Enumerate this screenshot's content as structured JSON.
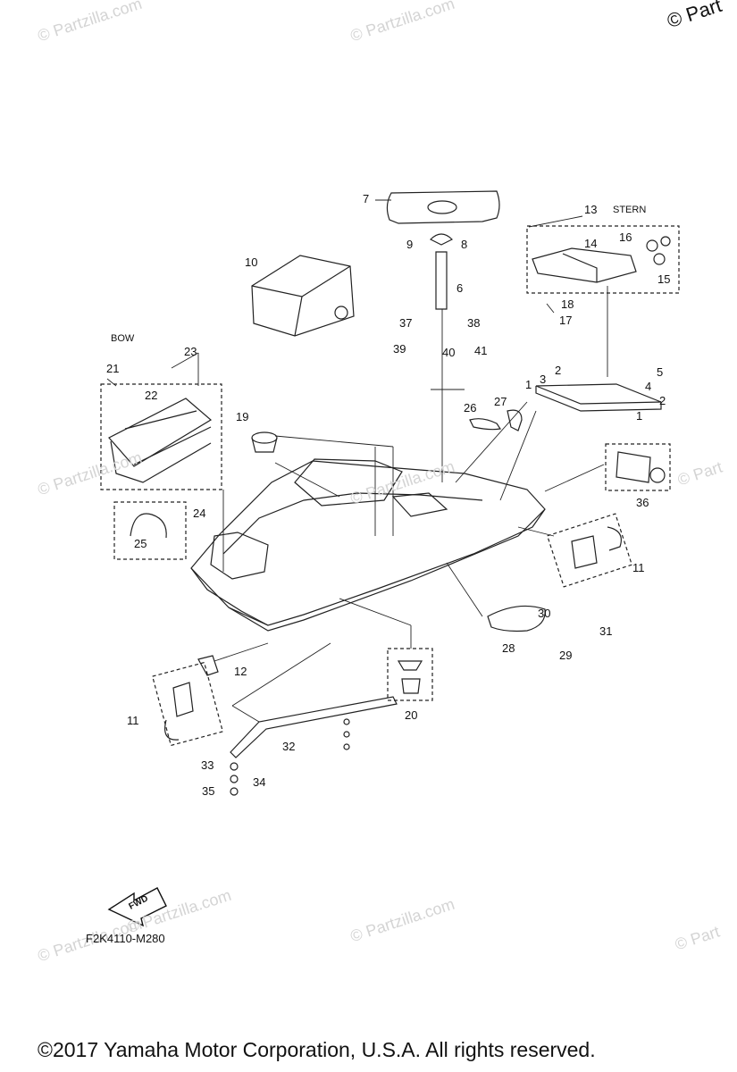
{
  "watermark": {
    "text": "© Partzilla.com",
    "corner_text": "© Part",
    "edge_text": "© Part"
  },
  "labels": {
    "bow": "BOW",
    "stern": "STERN",
    "fwd": "FWD"
  },
  "callouts": [
    "1",
    "1",
    "2",
    "2",
    "3",
    "4",
    "5",
    "6",
    "7",
    "8",
    "9",
    "10",
    "11",
    "11",
    "12",
    "13",
    "14",
    "15",
    "16",
    "17",
    "18",
    "19",
    "20",
    "21",
    "22",
    "23",
    "24",
    "25",
    "26",
    "27",
    "28",
    "29",
    "30",
    "31",
    "32",
    "33",
    "34",
    "35",
    "36",
    "37",
    "38",
    "39",
    "40",
    "41"
  ],
  "diagram_code": "F2K4110-M280",
  "footer": "©2017  Yamaha Motor Corporation, U.S.A. All rights reserved."
}
